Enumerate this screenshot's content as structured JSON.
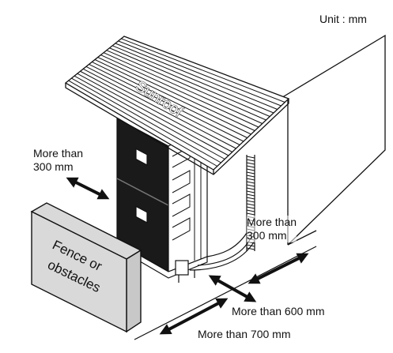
{
  "diagram": {
    "unit_label": "Unit : mm",
    "roof_label": "Sunroof",
    "obstacle_label": [
      "Fence or",
      "obstacles"
    ],
    "clearances": {
      "left": [
        "More than",
        "300 mm"
      ],
      "right": [
        "More than",
        "300 mm"
      ],
      "front_near": "More than 600 mm",
      "front_far": "More than 700 mm"
    }
  },
  "colors": {
    "line": "#111111",
    "unit_panel": "#1a1a1a",
    "obstacle_fill": "#d9d9d9",
    "roof_fill": "#ffffff"
  },
  "icons": {
    "arrow": "double-headed-arrow",
    "hose": "corrugated-drain-hose"
  }
}
